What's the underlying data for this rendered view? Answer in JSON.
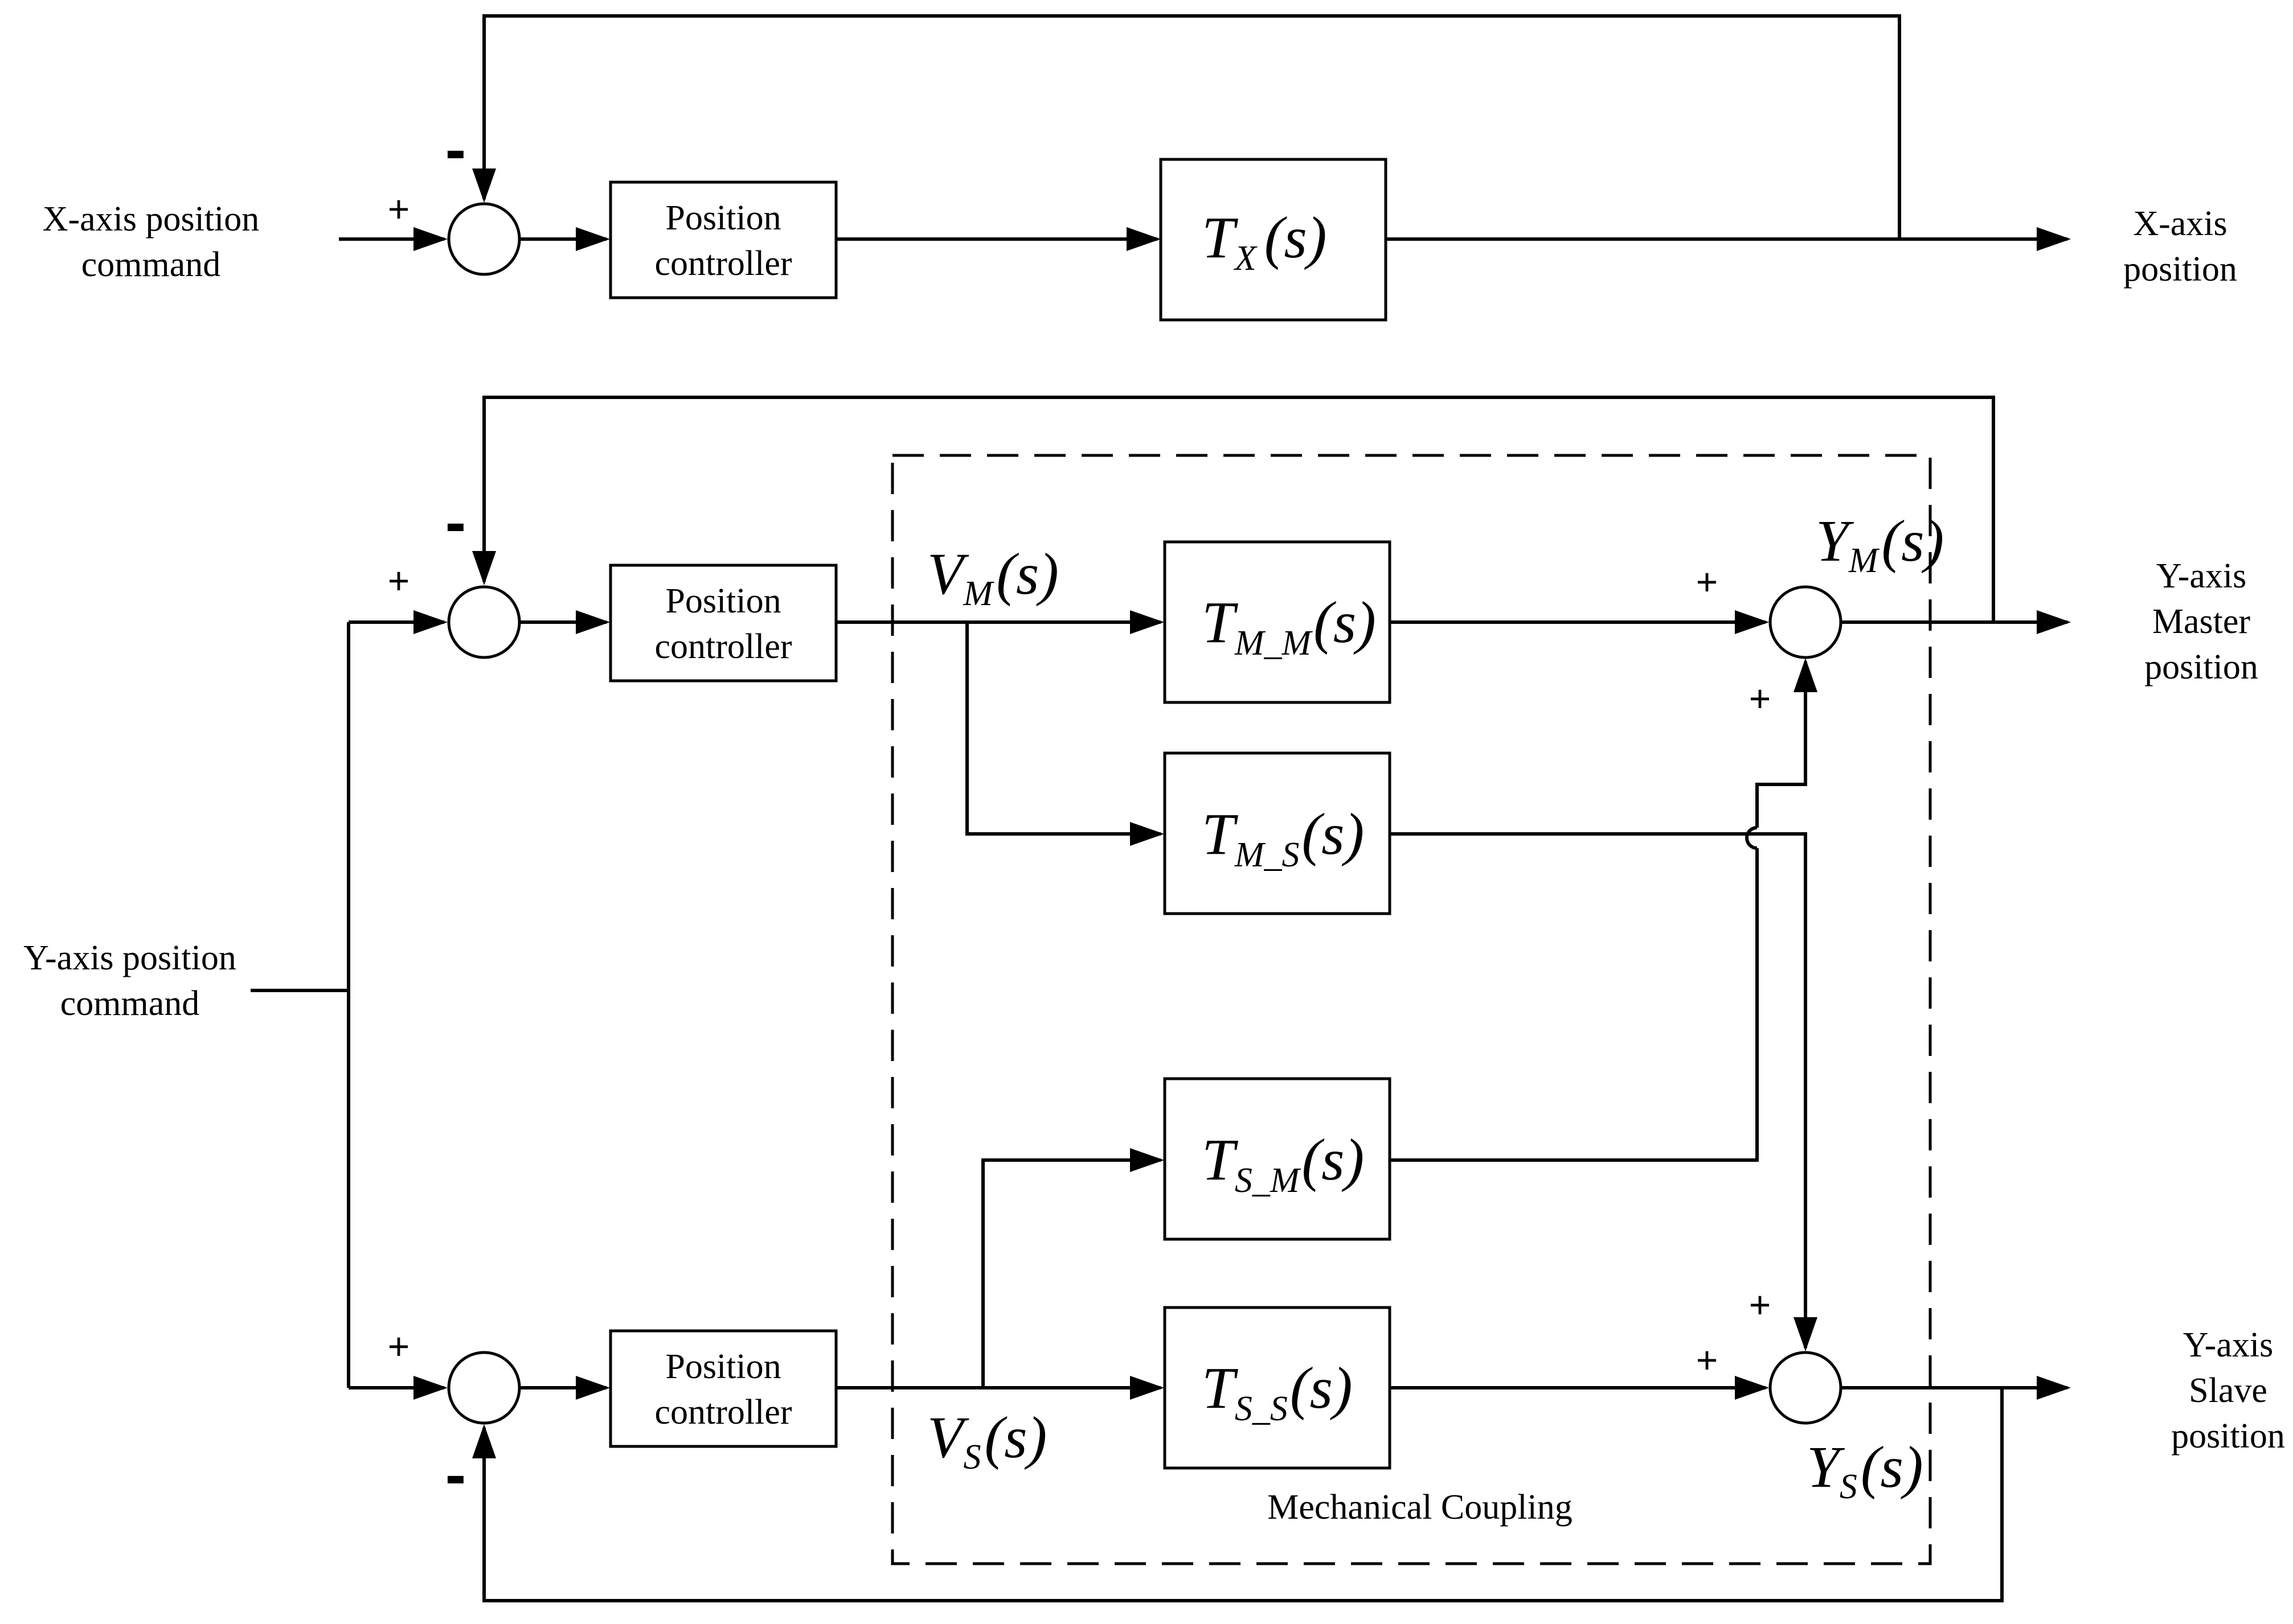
{
  "x_loop": {
    "input_label": [
      "X-axis position",
      "command"
    ],
    "controller_label": [
      "Position",
      "controller"
    ],
    "plant": {
      "main": "T",
      "sub": "X",
      "arg": "(s)"
    },
    "output_label": [
      "X-axis",
      "position"
    ],
    "plus": "+",
    "minus": "-"
  },
  "y_loop": {
    "input_label": [
      "Y-axis position",
      "command"
    ],
    "master_controller_label": [
      "Position",
      "controller"
    ],
    "slave_controller_label": [
      "Position",
      "controller"
    ],
    "vm": {
      "main": "V",
      "sub": "M",
      "arg": "(s)"
    },
    "vs": {
      "main": "V",
      "sub": "S",
      "arg": "(s)"
    },
    "ym": {
      "main": "Y",
      "sub": "M",
      "arg": "(s)"
    },
    "ys": {
      "main": "Y",
      "sub": "S",
      "arg": "(s)"
    },
    "t_mm": {
      "main": "T",
      "sub": "M_M",
      "arg": "(s)"
    },
    "t_ms": {
      "main": "T",
      "sub": "M_S",
      "arg": "(s)"
    },
    "t_sm": {
      "main": "T",
      "sub": "S_M",
      "arg": "(s)"
    },
    "t_ss": {
      "main": "T",
      "sub": "S_S",
      "arg": "(s)"
    },
    "coupling_label": "Mechanical Coupling",
    "master_output_label": [
      "Y-axis",
      "Master",
      "position"
    ],
    "slave_output_label": [
      "Y-axis",
      "Slave",
      "position"
    ],
    "plus": "+",
    "minus": "-"
  }
}
